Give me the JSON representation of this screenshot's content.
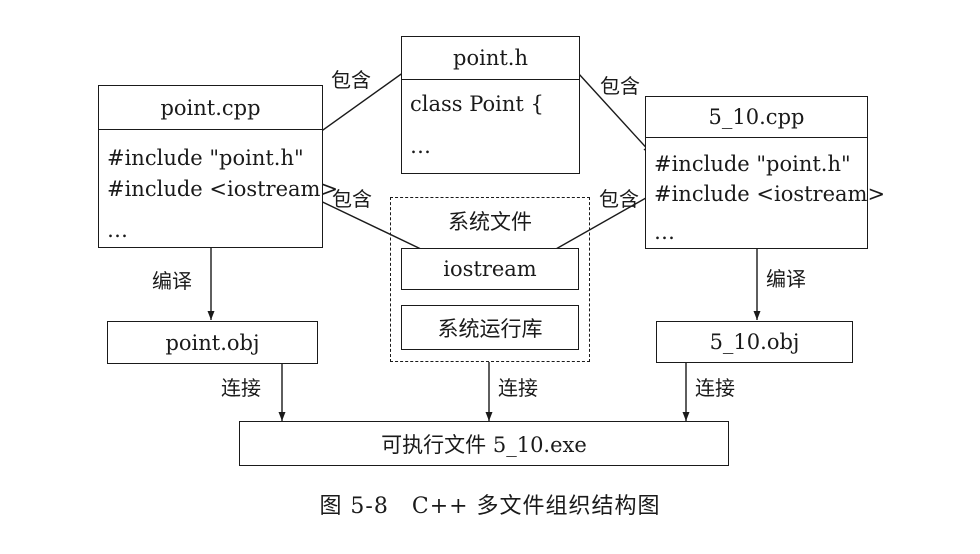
{
  "point_h": {
    "title": "point.h",
    "lines": [
      "class Point {",
      "…"
    ]
  },
  "point_cpp": {
    "title": "point.cpp",
    "lines": [
      "#include \"point.h\"",
      "#include <iostream>",
      "…"
    ]
  },
  "cpp_5_10": {
    "title": "5_10.cpp",
    "lines": [
      "#include \"point.h\"",
      "#include <iostream>",
      "…"
    ]
  },
  "system_files": {
    "title": "系统文件",
    "iostream": "iostream",
    "runtime": "系统运行库"
  },
  "point_obj": "point.obj",
  "obj_5_10": "5_10.obj",
  "exe": "可执行文件 5_10.exe",
  "labels": {
    "include_left_top": "包含",
    "include_right_top": "包含",
    "include_left_mid": "包含",
    "include_right_mid": "包含",
    "compile_left": "编译",
    "compile_right": "编译",
    "link_left": "连接",
    "link_mid": "连接",
    "link_right": "连接"
  },
  "caption": "图 5-8　C++ 多文件组织结构图"
}
